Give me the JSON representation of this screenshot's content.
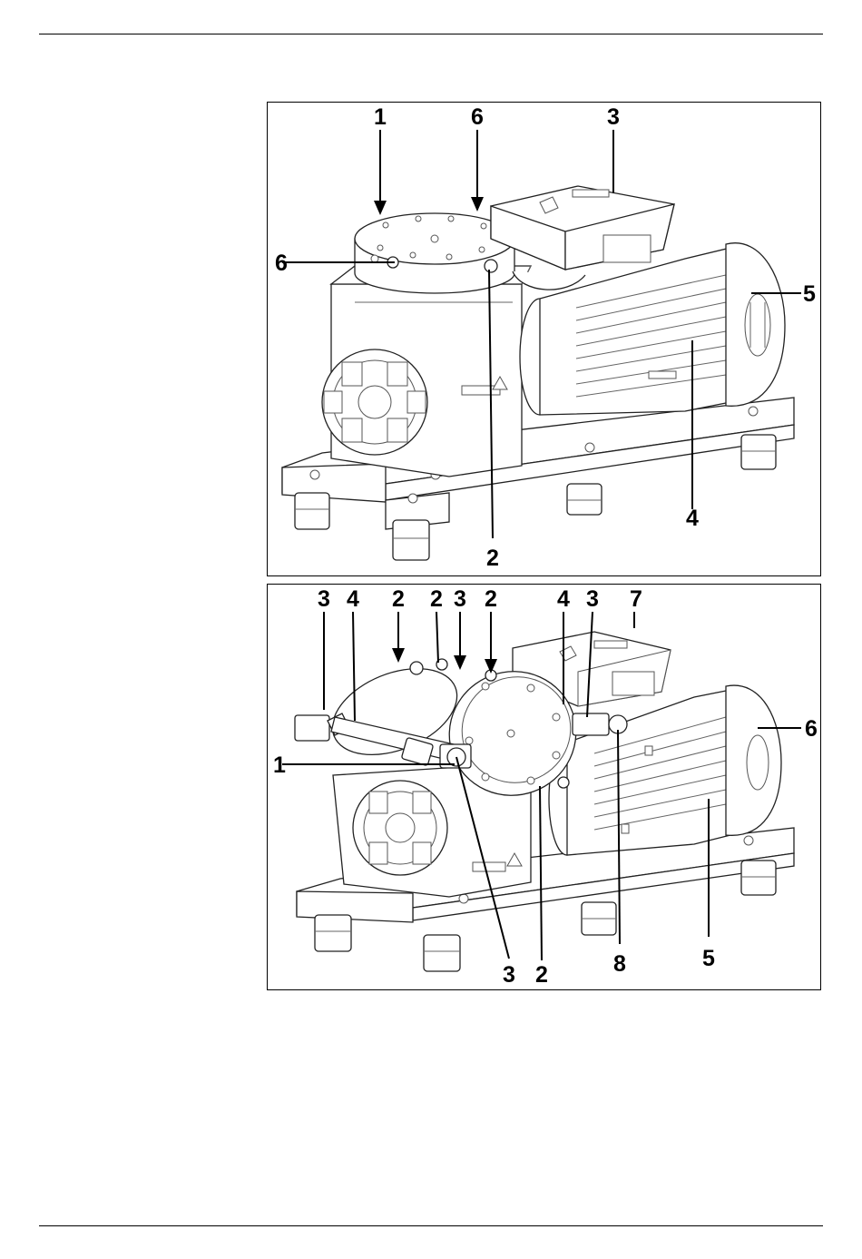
{
  "figure_1": {
    "labels": [
      "1",
      "6",
      "3",
      "6",
      "5",
      "4",
      "2"
    ]
  },
  "figure_2": {
    "labels": [
      "3",
      "4",
      "2",
      "2",
      "3",
      "2",
      "4",
      "3",
      "7",
      "1",
      "6",
      "3",
      "2",
      "8",
      "5"
    ]
  }
}
